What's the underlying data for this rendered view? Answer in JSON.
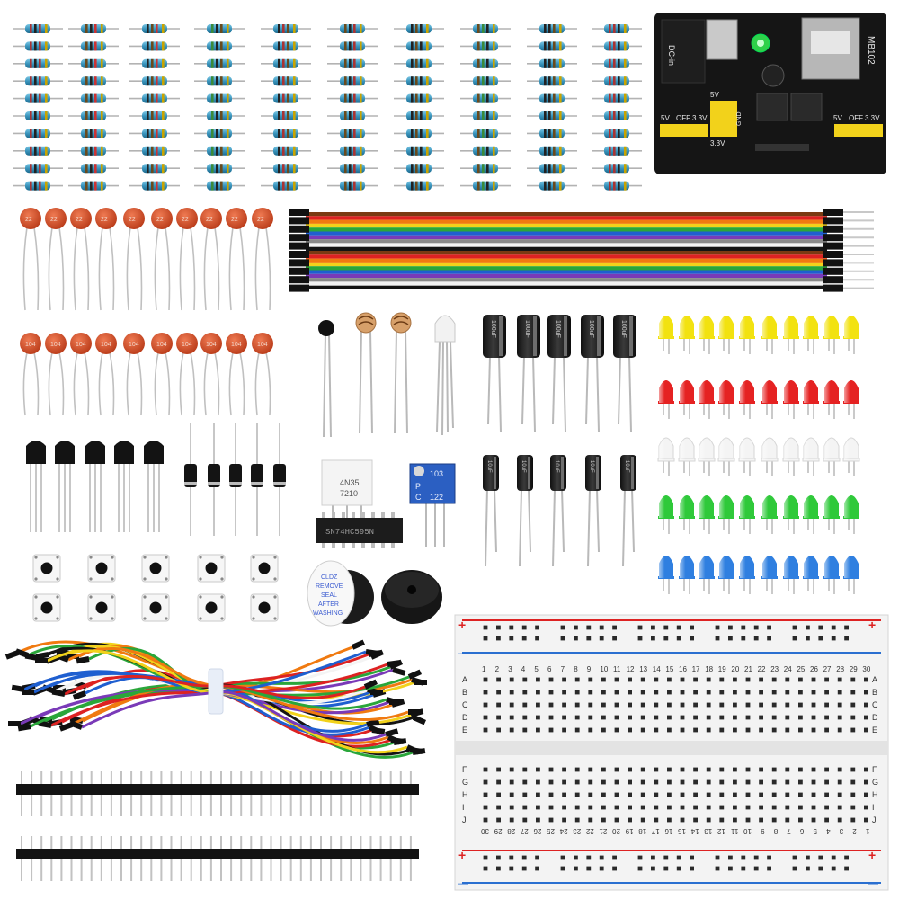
{
  "power_module": {
    "lbl_left_5v": "5V",
    "lbl_left_off": "OFF",
    "lbl_left_33v": "3.3V",
    "lbl_right_5v": "5V",
    "lbl_right_off": "OFF",
    "lbl_right_33v": "3.3V",
    "lbl_mid_5v": "5V",
    "lbl_mid_33v": "3.3V",
    "lbl_gnd": "GND",
    "lbl_dc_in": "DC-in",
    "lbl_model": "MB102"
  },
  "capacitors": {
    "row1_label": "22",
    "row2_label": "104"
  },
  "chips": {
    "optocoupler_line1": "4N35",
    "optocoupler_line2": "7210",
    "ic_label": "SN74HC595N",
    "pot_label_p": "P",
    "pot_label_code": "103",
    "pot_label_c": "C",
    "pot_label_num": "122"
  },
  "electrolytic": {
    "large_label": "100uF",
    "small_label": "10uF"
  },
  "buzzer": {
    "sticker_text": [
      "CLDZ",
      "REMOVE",
      "SEAL",
      "AFTER",
      "WASHING"
    ]
  },
  "breadboard": {
    "rail_plus": "+",
    "rail_minus": "—",
    "column_numbers": [
      "1",
      "2",
      "3",
      "4",
      "5",
      "6",
      "7",
      "8",
      "9",
      "10",
      "11",
      "12",
      "13",
      "14",
      "15",
      "16",
      "17",
      "18",
      "19",
      "20",
      "21",
      "22",
      "23",
      "24",
      "25",
      "26",
      "27",
      "28",
      "29",
      "30"
    ],
    "row_letters_top": [
      "A",
      "B",
      "C",
      "D",
      "E"
    ],
    "row_letters_bottom": [
      "F",
      "G",
      "H",
      "I",
      "J"
    ]
  },
  "colors": {
    "resistor_body": "#4aa3c8",
    "capacitor_ceramic": "#d9522b",
    "led_yellow": "#f2e210",
    "led_red": "#e52222",
    "led_white": "#f4f4f4",
    "led_green": "#2fc93a",
    "led_blue": "#2f7fe0",
    "rail_red": "#d22",
    "rail_blue": "#2a6fd0",
    "pcb_black": "#141414",
    "potentiometer_blue": "#2b5fc2"
  }
}
